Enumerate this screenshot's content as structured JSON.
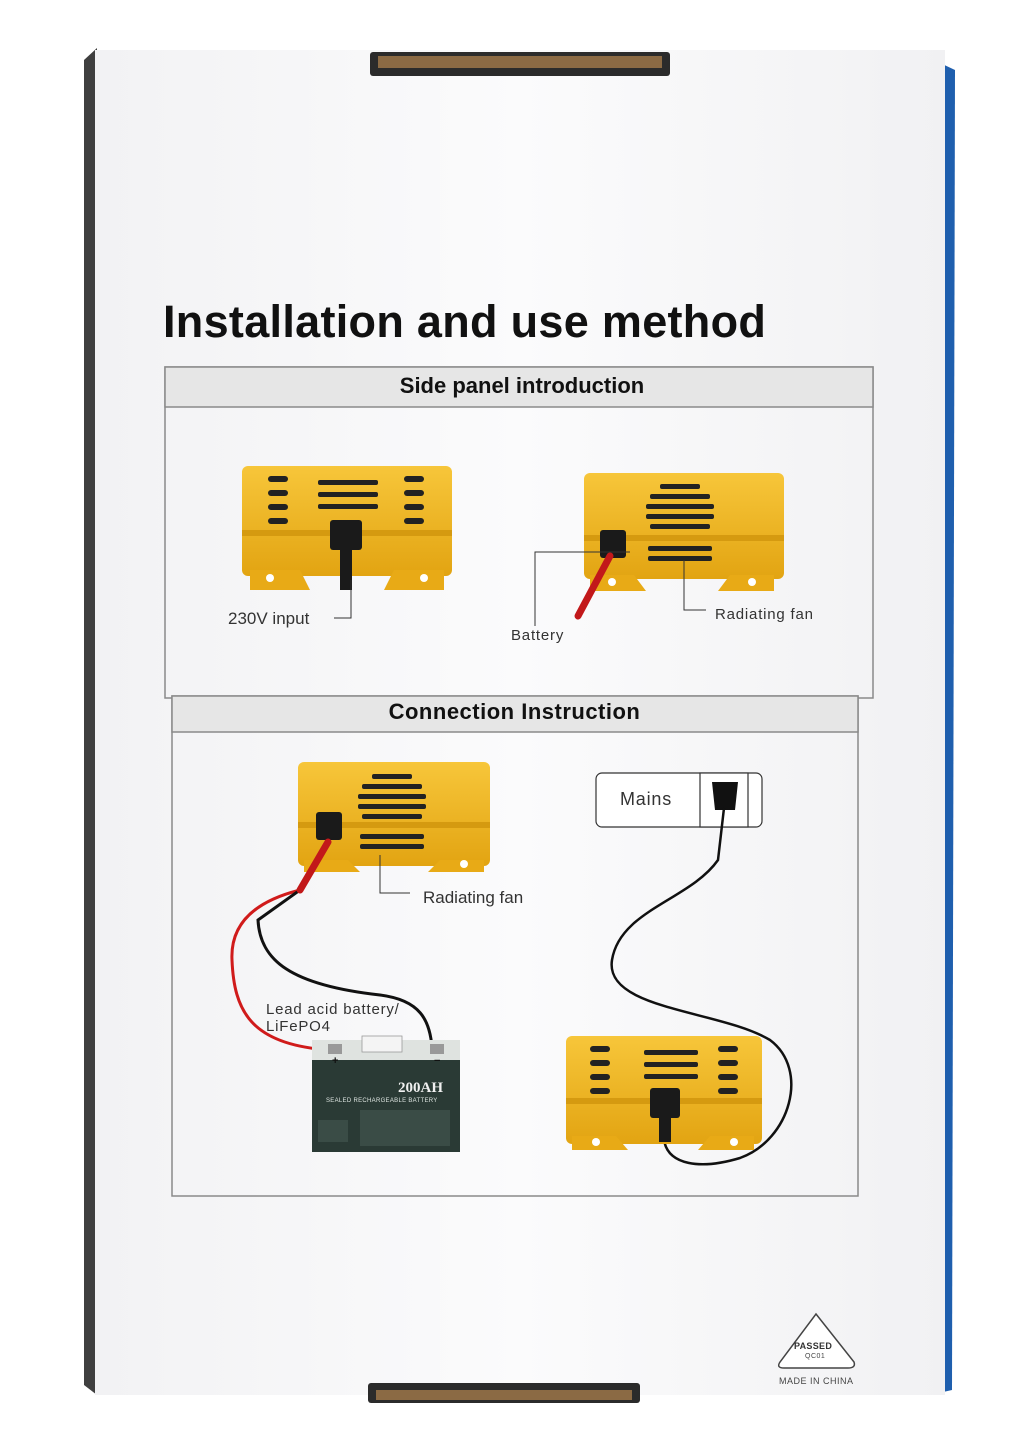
{
  "heading": "Installation and use method",
  "side_panel": {
    "title": "Side panel introduction",
    "label_input": "230V input",
    "label_battery": "Battery",
    "label_fan": "Radiating fan"
  },
  "connection": {
    "title": "Connection Instruction",
    "label_fan": "Radiating fan",
    "label_mains": "Mains",
    "battery_label_line1": "Lead acid battery/",
    "battery_label_line2": "LiFePO4",
    "battery_capacity": "200AH",
    "battery_subtitle": "SEALED RECHARGEABLE BATTERY",
    "plus": "+",
    "minus": "−"
  },
  "qc_badge": {
    "passed": "PASSED",
    "code": "QC01",
    "made_in": "MADE IN CHINA"
  },
  "colors": {
    "charger_yellow": "#f0b41e",
    "box_blue": "#1f5fae",
    "cable_red": "#d01b1b",
    "cable_black": "#111111",
    "battery_body": "#2a3a35"
  }
}
